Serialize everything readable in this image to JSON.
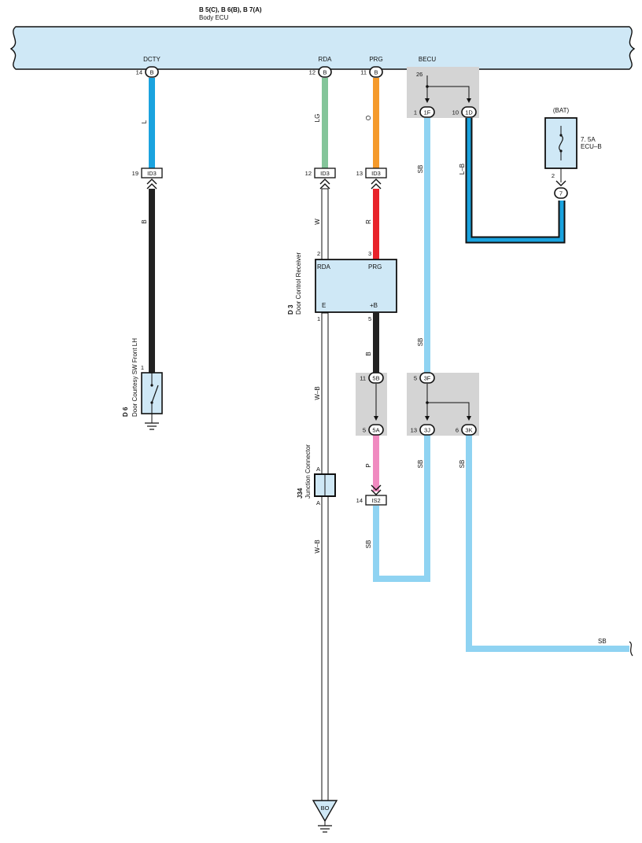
{
  "ecu": {
    "part_codes": "B 5(C), B 6(B), B 7(A)",
    "name": "Body ECU",
    "pins": [
      {
        "label": "DCTY",
        "pin": "14",
        "connector": "B"
      },
      {
        "label": "RDA",
        "pin": "12",
        "connector": "B"
      },
      {
        "label": "PRG",
        "pin": "11",
        "connector": "B"
      },
      {
        "label": "BECU",
        "pin": "26"
      }
    ]
  },
  "wires": {
    "dcty_upper": "L",
    "dcty_lower": "B",
    "rda_upper": "LG",
    "rda_lower": "W",
    "prg_upper": "O",
    "prg_lower": "R",
    "becu_left": "SB",
    "becu_right": "L–B",
    "receiver_ground": "W–B",
    "receiver_ground_lower": "W–B",
    "receiver_b": "B",
    "becu_mid": "SB",
    "pink": "P",
    "is2_out": "SB",
    "j3j_out": "SB",
    "j3k_out": "SB",
    "exit": "SB"
  },
  "connectors": {
    "id3_left": {
      "pin": "19",
      "name": "ID3"
    },
    "id3_mid": {
      "pin": "12",
      "name": "ID3"
    },
    "id3_right": {
      "pin": "13",
      "name": "ID3"
    },
    "j1f": {
      "pin": "1",
      "name": "1F"
    },
    "j1d": {
      "pin": "10",
      "name": "1D"
    },
    "j5b": {
      "pin": "11",
      "name": "5B"
    },
    "j5a": {
      "pin": "5",
      "name": "5A"
    },
    "j3f": {
      "pin": "5",
      "name": "3F"
    },
    "j3j": {
      "pin": "13",
      "name": "3J"
    },
    "j3k": {
      "pin": "6",
      "name": "3K"
    },
    "is2": {
      "pin": "14",
      "name": "IS2"
    },
    "bat7": {
      "pin": "2",
      "name": "7"
    },
    "ground": {
      "name": "BO"
    }
  },
  "fuse": {
    "source": "(BAT)",
    "rating": "7. 5A",
    "name": "ECU–B"
  },
  "door_switch": {
    "code": "D 6",
    "name": "Door Courtesy SW Front LH",
    "pin": "1"
  },
  "receiver": {
    "code": "D 3",
    "name": "Door Control Receiver",
    "terminals": {
      "rda": "RDA",
      "prg": "PRG",
      "e": "E",
      "b": "+B"
    },
    "pins": {
      "rda": "2",
      "prg": "3",
      "e": "1",
      "b": "5"
    }
  },
  "junction": {
    "code": "J34",
    "name": "Junction Connector",
    "top_pin": "A",
    "bottom_pin": "A"
  },
  "colors": {
    "ecu_fill": "#cfe8f6",
    "light_blue": "#8fd3f2",
    "blue": "#1aa3df",
    "green": "#84c59a",
    "orange": "#f59a2b",
    "red": "#e8232a",
    "black": "#222222",
    "pink": "#f08ac0",
    "gray_box": "#d4d4d4",
    "receiver_fill": "#cfe8f6"
  }
}
